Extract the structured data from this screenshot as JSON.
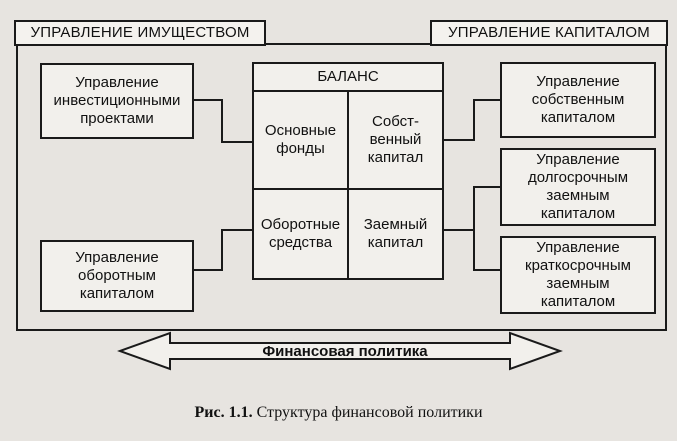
{
  "top_headers": {
    "left": "УПРАВЛЕНИЕ ИМУЩЕСТВОМ",
    "right": "УПРАВЛЕНИЕ КАПИТАЛОМ"
  },
  "left_boxes": {
    "investment": "Управление инвестиционными проектами",
    "working_capital": "Управление оборотным капиталом"
  },
  "balance": {
    "title": "БАЛАНС",
    "fixed_assets": "Основные фонды",
    "equity": "Собст-венный капитал",
    "current_assets": "Оборотные средства",
    "borrowed": "Заемный капитал"
  },
  "right_boxes": {
    "equity_mgmt": "Управление собственным капиталом",
    "long_term": "Управление долгосрочным заемным капиталом",
    "short_term": "Управление краткосрочным заемным капиталом"
  },
  "policy_label": "Финансовая политика",
  "caption": {
    "prefix": "Рис. 1.1.",
    "text": "Структура финансовой политики"
  }
}
